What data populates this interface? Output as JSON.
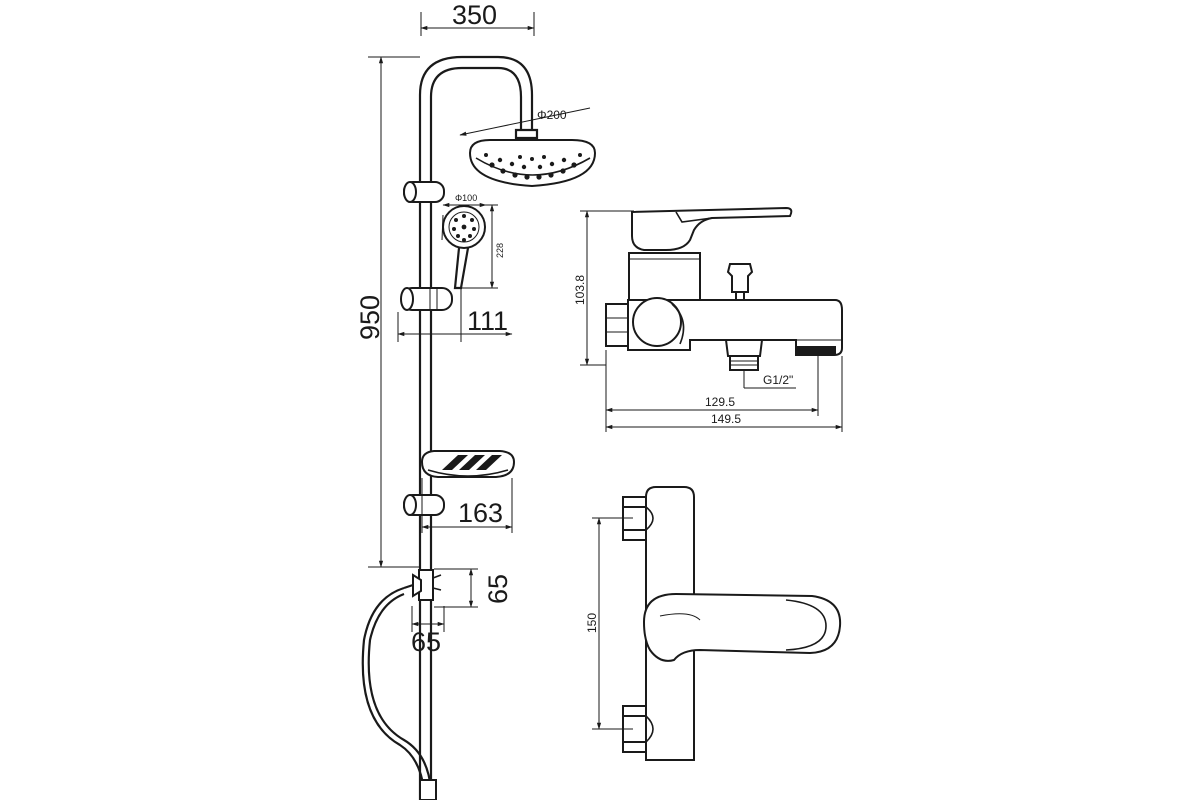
{
  "dimensions": {
    "rail_height": "950",
    "arm_reach": "350",
    "head_diameter": "Φ200",
    "hand_diameter": "Φ100",
    "hand_length": "228",
    "slider_offset": "111",
    "dish_depth": "163",
    "diverter_height": "65",
    "diverter_width": "65",
    "mixer_height": "103.8",
    "connection_thread": "G1/2\"",
    "spout_length": "129.5",
    "overall_length": "149.5",
    "inlet_centers": "150"
  }
}
